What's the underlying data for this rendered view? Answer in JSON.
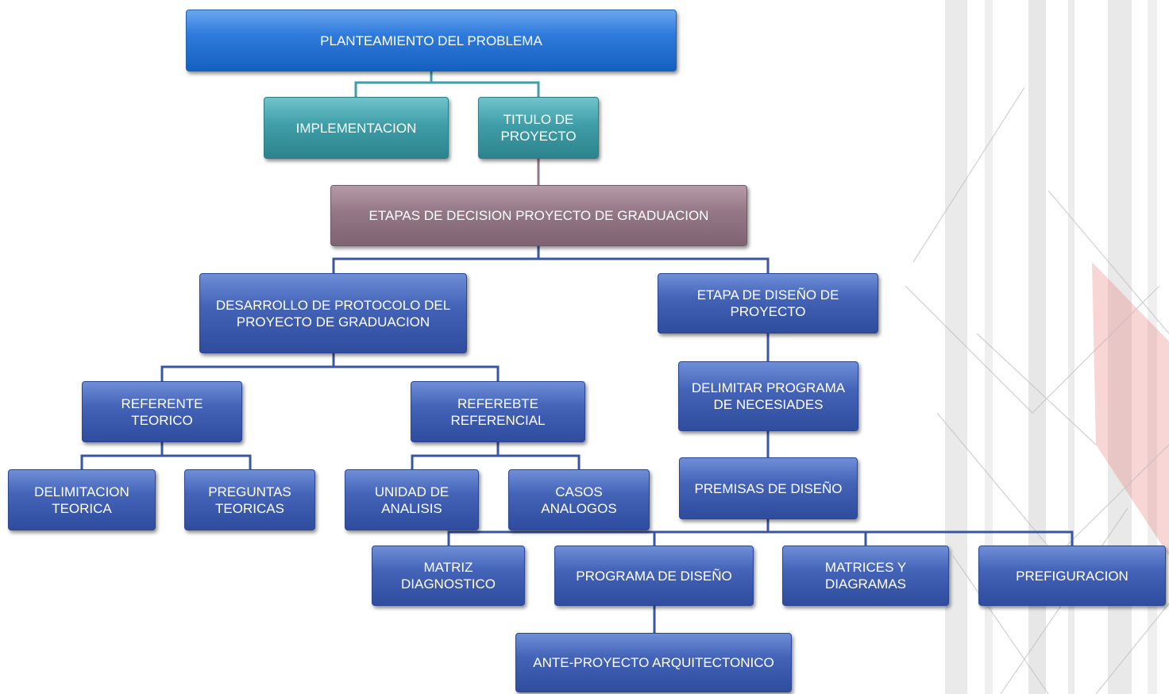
{
  "colors": {
    "connector_teal": "#3f9ea8",
    "connector_mauve": "#947786",
    "connector_navy": "#3b55a6",
    "node_blue": "#2f7bdc",
    "node_teal": "#3f9ea8",
    "node_mauve": "#947786",
    "node_navy": "#4464b8"
  },
  "nodes": {
    "planteamiento": "PLANTEAMIENTO DEL PROBLEMA",
    "implementacion": "IMPLEMENTACION",
    "titulo": "TITULO DE\nPROYECTO",
    "etapas": "ETAPAS DE DECISION PROYECTO DE GRADUACION",
    "desarrollo": "DESARROLLO DE PROTOCOLO DEL\nPROYECTO DE GRADUACION",
    "etapa_diseno": "ETAPA DE DISEÑO DE\nPROYECTO",
    "referente_teorico": "REFERENTE\nTEORICO",
    "referebte": "REFEREBTE\nREFERENCIAL",
    "delimitar": "DELIMITAR PROGRAMA\nDE NECESIADES",
    "delimitacion": "DELIMITACION\nTEORICA",
    "preguntas": "PREGUNTAS\nTEORICAS",
    "unidad": "UNIDAD DE\nANALISIS",
    "casos": "CASOS\nANALOGOS",
    "premisas": "PREMISAS DE DISEÑO",
    "matriz": "MATRIZ\nDIAGNOSTICO",
    "programa": "PROGRAMA DE DISEÑO",
    "matrices": "MATRICES Y\nDIAGRAMAS",
    "prefiguracion": "PREFIGURACION",
    "ante": "ANTE-PROYECTO ARQUITECTONICO"
  }
}
